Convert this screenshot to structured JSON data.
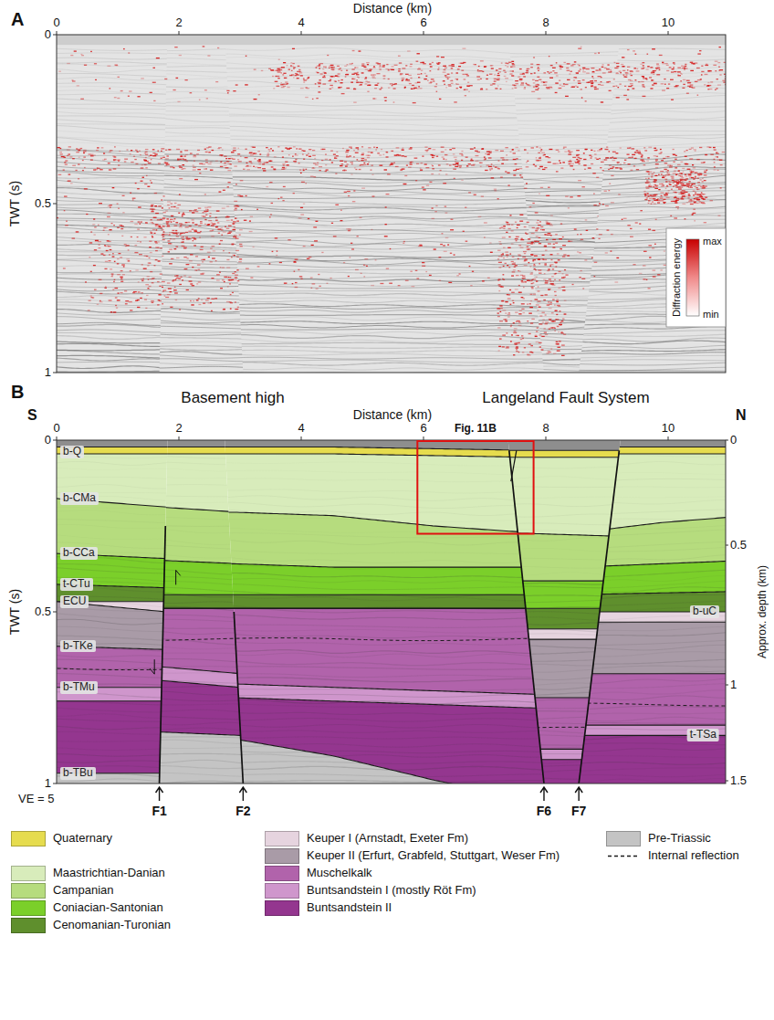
{
  "diagram": {
    "labels": [
      "A",
      "Distance (km)",
      "0",
      "2",
      "4",
      "6",
      "8",
      "10",
      "TWT (s)",
      "0",
      "0.5",
      "1",
      "Diffraction energy",
      "max",
      "min",
      "B",
      "S",
      "N",
      "Basement high",
      "Langeland Fault System",
      "Distance (km)",
      "0",
      "2",
      "4",
      "6",
      "8",
      "10",
      "Fig. 11B",
      "TWT (s)",
      "0",
      "0.5",
      "1",
      "Approx. depth (km)",
      "0",
      "0.5",
      "1",
      "1.5",
      "b-Q",
      "b-CMa",
      "b-CCa",
      "t-CTu",
      "ECU",
      "b-TKe",
      "b-TMu",
      "b-TBu",
      "b-uC",
      "t-TSa",
      "VE = 5",
      "F1",
      "F2",
      "F6",
      "F7"
    ],
    "legend": [
      {
        "text": "Quaternary",
        "color": "#e6dc4e"
      },
      {
        "text": "Maastrichtian-Danian",
        "color": "#d8ecbb"
      },
      {
        "text": "Campanian",
        "color": "#b6dc7e"
      },
      {
        "text": "Coniacian-Santonian",
        "color": "#7bcf2a"
      },
      {
        "text": "Cenomanian-Turonian",
        "color": "#5f8f2d"
      },
      {
        "text": "Keuper I (Arnstadt, Exeter Fm)",
        "color": "#e6d4df"
      },
      {
        "text": "Keuper II (Erfurt, Grabfeld, Stuttgart, Weser Fm)",
        "color": "#a99ba7"
      },
      {
        "text": "Muschelkalk",
        "color": "#b163ab"
      },
      {
        "text": "Buntsandstein I (mostly Röt Fm)",
        "color": "#cf96cc"
      },
      {
        "text": "Buntsandstein II",
        "color": "#94368f"
      },
      {
        "text": "Pre-Triassic",
        "color": "#c4c4c4"
      },
      {
        "text": "Internal reflection"
      }
    ]
  }
}
